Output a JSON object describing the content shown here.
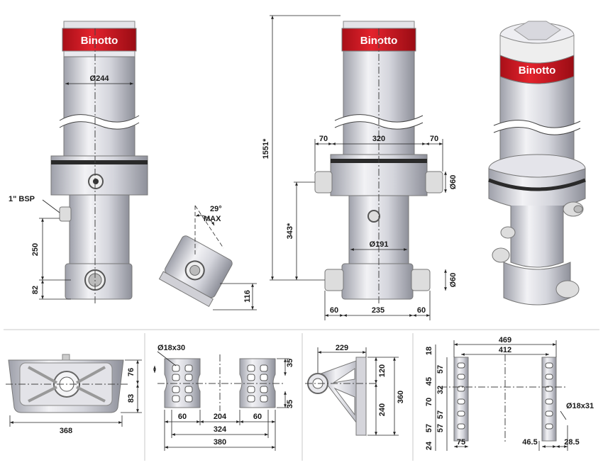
{
  "brand": "Binotto",
  "views": {
    "front": {
      "diameter": "Ø244",
      "port_label": "1\" BSP",
      "dim_port_height": "250",
      "dim_base_height": "82"
    },
    "detail": {
      "angle": "29°",
      "angle_note": "MAX",
      "dim_height": "116"
    },
    "side": {
      "total_height": "1551*",
      "top_left_offset": "70",
      "top_width": "320",
      "top_right_offset": "70",
      "top_pin_dia": "Ø60",
      "mid_height": "343*",
      "body_dia": "Ø191",
      "bottom_pin_dia": "Ø60",
      "bottom_left_offset": "60",
      "bottom_width": "235",
      "bottom_right_offset": "60"
    }
  },
  "bottom": {
    "plate": {
      "width": "368",
      "dim_upper": "76",
      "dim_lower": "83"
    },
    "brackets": {
      "hole": "Ø18x30",
      "left_w": "60",
      "gap": "204",
      "right_w": "60",
      "inner": "324",
      "outer": "380",
      "dim_upper": "35",
      "dim_lower": "35"
    },
    "triangle": {
      "width": "229",
      "dim_upper": "120",
      "dim_lower": "240",
      "total": "360"
    },
    "side_plates": {
      "overall": "469",
      "inner": "412",
      "hole": "Ø18x31",
      "v_18": "18",
      "v_57a": "57",
      "v_45": "45",
      "v_32": "32",
      "v_70": "70",
      "v_57b": "57",
      "v_57c": "57",
      "v_57d": "57",
      "v_24": "24",
      "h_75": "75",
      "h_46": "46.5",
      "h_28": "28.5"
    }
  }
}
